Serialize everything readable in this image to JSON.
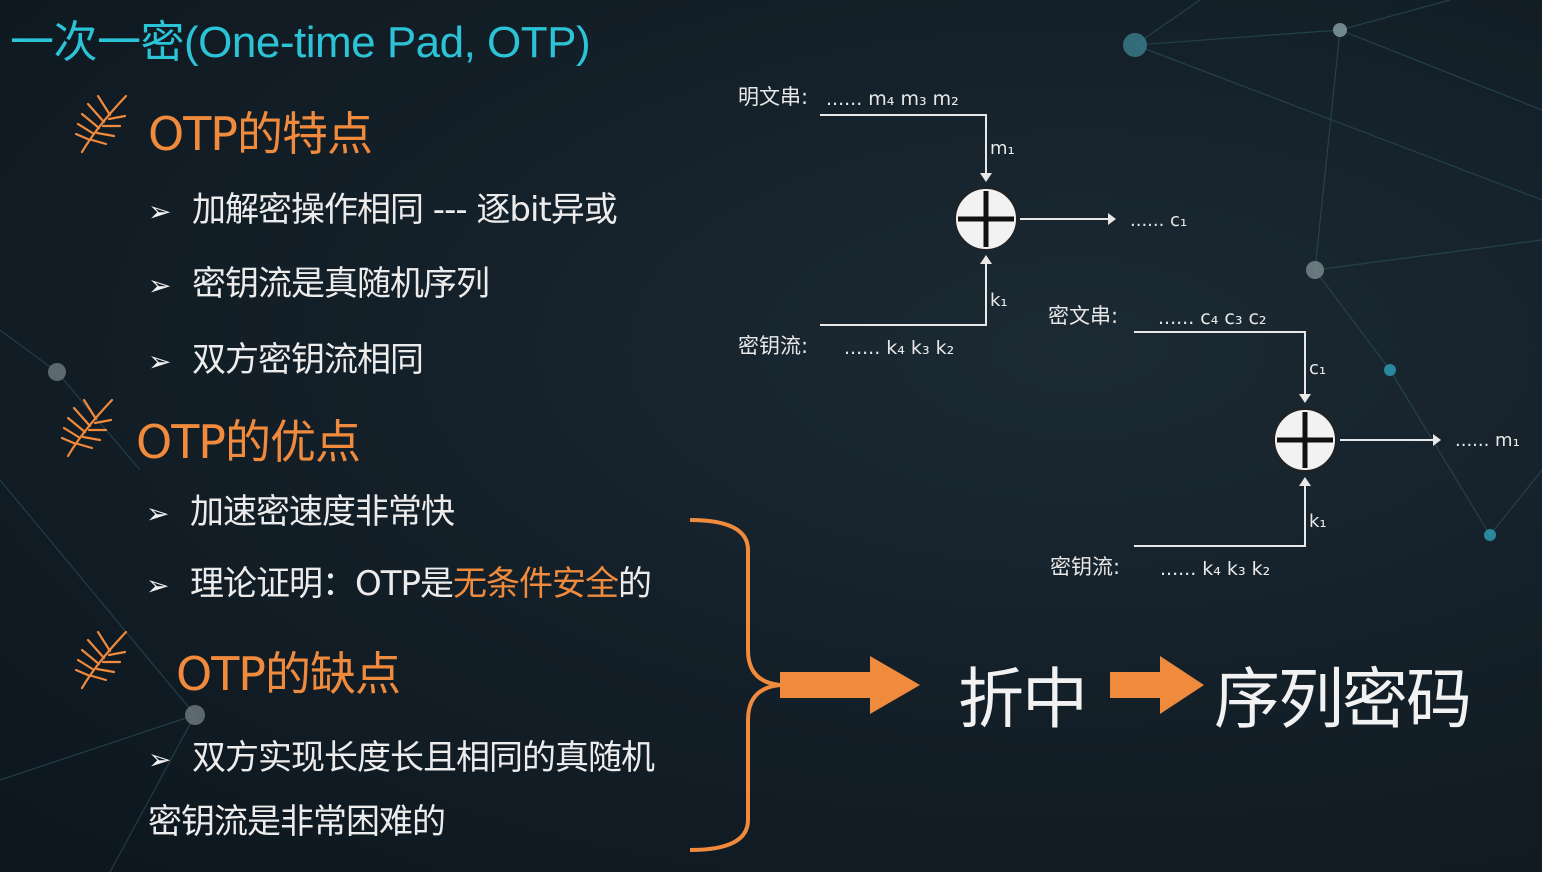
{
  "title": "一次一密(One-time Pad, OTP)",
  "sections": [
    {
      "heading": "OTP的特点",
      "bullets": [
        "加解密操作相同 --- 逐bit异或",
        "密钥流是真随机序列",
        "双方密钥流相同"
      ]
    },
    {
      "heading": "OTP的优点",
      "bullets": [
        "加速密速度非常快"
      ],
      "bullet2_prefix": "理论证明：OTP是",
      "bullet2_highlight": "无条件安全",
      "bullet2_suffix": "的"
    },
    {
      "heading": "OTP的缺点",
      "bullet_line1": "双方实现长度长且相同的真随机",
      "bullet_line2": "密钥流是非常困难的"
    }
  ],
  "conclusion": {
    "left": "折中",
    "right": "序列密码"
  },
  "diagram": {
    "enc": {
      "plaintext_label": "明文串:",
      "plaintext_seq": "...... m₄ m₃ m₂",
      "m_in": "m₁",
      "out": "...... c₁",
      "key_label": "密钥流:",
      "key_seq": "...... k₄ k₃ k₂",
      "k_in": "k₁"
    },
    "dec": {
      "cipher_label": "密文串:",
      "cipher_seq": "...... c₄ c₃ c₂",
      "c_in": "c₁",
      "out": "...... m₁",
      "key_label": "密钥流:",
      "key_seq": "...... k₄ k₃ k₂",
      "k_in": "k₁"
    }
  },
  "colors": {
    "accent": "#f08a3c",
    "title": "#2cc3d6",
    "text": "#ececec"
  }
}
